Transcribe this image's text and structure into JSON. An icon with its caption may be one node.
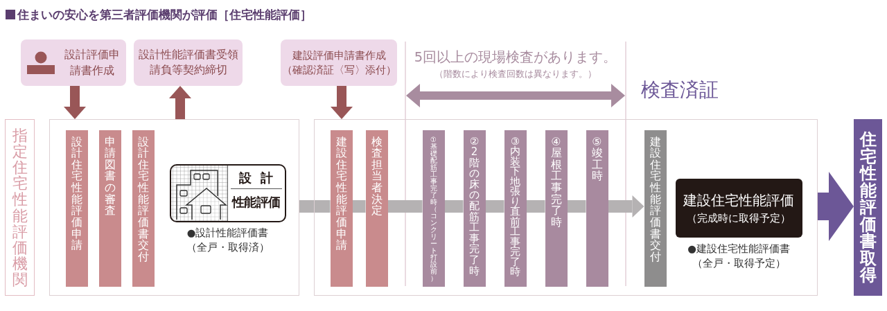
{
  "diagram": {
    "title": "住まいの安心を第三者評価機関が評価［住宅性能評価］",
    "nodes": [
      {
        "text": [
          "設計評価申請書作成"
        ]
      },
      {
        "text": [
          "設計性能評価書受領",
          "請負等契約締切"
        ]
      },
      {
        "text": [
          "建設評価申請書作成",
          "（確認済証〈写〉添付）"
        ]
      },
      {
        "text": [
          "指定住宅性能評価機関"
        ]
      },
      {
        "text": [],
        "shape": "box"
      },
      {
        "text": [
          "設計住宅性能評価申請"
        ],
        "in": 4
      },
      {
        "text": [
          "申請図書の審査"
        ],
        "in": 4
      },
      {
        "text": [
          "設計住宅性能評価書交付"
        ],
        "in": 4
      },
      {
        "text": [
          "設計",
          "性能評価"
        ],
        "in": 4,
        "beside": [
          "●設計性能評価書（全戸・取得済）"
        ]
      },
      {
        "text": [],
        "shape": "box"
      },
      {
        "text": [
          "建設住宅性能評価申請"
        ],
        "in": 9
      },
      {
        "text": [
          "検査担当者決定"
        ],
        "in": 9
      },
      {
        "text": [
          "①基礎配筋工事完了時（コンクリート打設前）"
        ],
        "in": 9
      },
      {
        "text": [
          "②2階の床の配筋工事完了時"
        ],
        "in": 9
      },
      {
        "text": [
          "③内装下地張り直前工事完了時"
        ],
        "in": 9
      },
      {
        "text": [
          "④屋根工事完了時"
        ],
        "in": 9
      },
      {
        "text": [
          "⑤竣工時"
        ],
        "in": 9
      },
      {
        "text": [
          "建設住宅性能評価書交付"
        ],
        "in": 9
      },
      {
        "text": [
          "建設住宅性能評価",
          "（完成時に取得予定）"
        ],
        "in": 9,
        "beside": [
          "●建設住宅性能評価書（全戸・取得予定）"
        ]
      },
      {
        "text": [
          "住宅性能評価書取得"
        ]
      }
    ],
    "edges": [
      {
        "from": 0,
        "to": 4,
        "arrow": "to",
        "color": "#995657"
      },
      {
        "from": 4,
        "to": 1,
        "arrow": "to",
        "color": "#995657"
      },
      {
        "from": 2,
        "to": 9,
        "arrow": "to",
        "color": "#995657"
      },
      {
        "from": 4,
        "to": 10,
        "arrow": "none"
      },
      {
        "from": 10,
        "to": 11,
        "arrow": "none"
      },
      {
        "from": 11,
        "to": 12,
        "arrow": "none"
      },
      {
        "from": 12,
        "to": 13,
        "arrow": "none"
      },
      {
        "from": 13,
        "to": 14,
        "arrow": "none"
      },
      {
        "from": 14,
        "to": 15,
        "arrow": "none"
      },
      {
        "from": 15,
        "to": 16,
        "arrow": "none"
      },
      {
        "from": 16,
        "to": 17,
        "arrow": "to"
      },
      {
        "from": 9,
        "to": 19,
        "arrow": "to",
        "style": "thick",
        "color": "#6c5797"
      }
    ],
    "labels": [
      "5回以上の現場検査があります。",
      "（階数により検査回数は異なります。）",
      "検査済証"
    ]
  }
}
